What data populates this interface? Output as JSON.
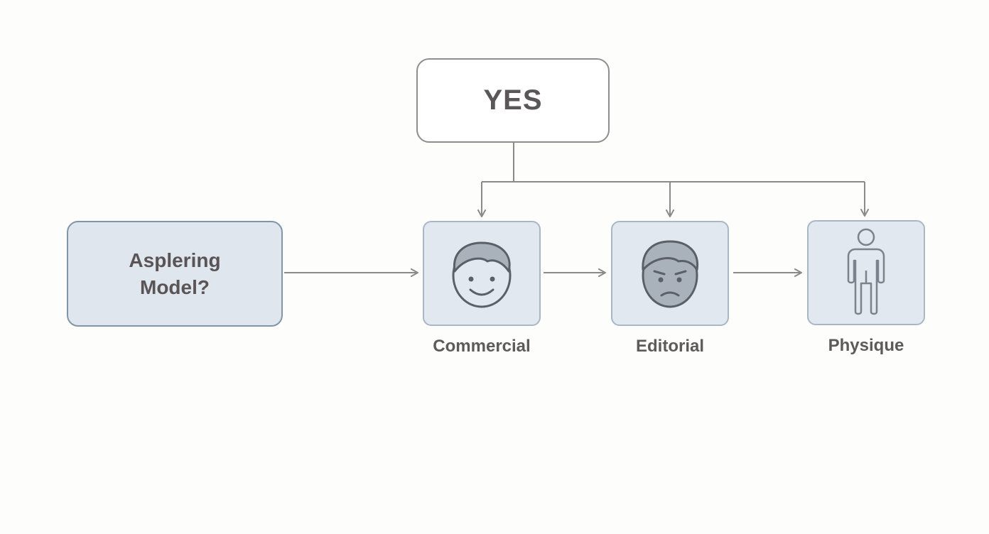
{
  "diagram": {
    "top_node": {
      "label": "YES"
    },
    "start_node": {
      "label": "Asplering Model?"
    },
    "categories": [
      {
        "id": "commercial",
        "label": "Commercial",
        "icon": "smiling-face-icon"
      },
      {
        "id": "editorial",
        "label": "Editorial",
        "icon": "serious-face-icon"
      },
      {
        "id": "physique",
        "label": "Physique",
        "icon": "person-figure-icon"
      }
    ]
  },
  "colors": {
    "background": "#fdfdfc",
    "connector": "#8a8a8a",
    "start_fill": "#dfe6ed",
    "start_border": "#8096a8",
    "card_fill": "#e2e8ef",
    "card_border": "#a9b6c4",
    "icon_stroke": "#5a6068",
    "icon_fill": "#a9b1ba",
    "text": "#5a5456"
  }
}
